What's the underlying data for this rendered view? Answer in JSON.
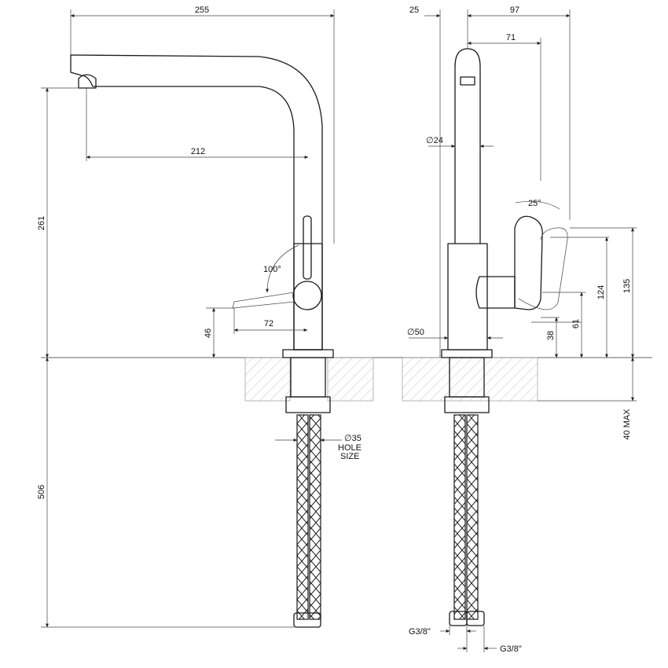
{
  "front_view": {
    "overall_width": "255",
    "spout_reach": "212",
    "spout_height": "261",
    "handle_angle": "100°",
    "handle_length": "72",
    "handle_base_height": "46",
    "hose_length": "506",
    "hole_size_value": "∅35",
    "hole_size_line1": "HOLE",
    "hole_size_line2": "SIZE"
  },
  "side_view": {
    "offset_left": "25",
    "offset_total": "97",
    "offset_handle": "71",
    "spout_diameter": "∅24",
    "handle_tilt": "25°",
    "body_diameter": "∅50",
    "height_38": "38",
    "height_61": "61",
    "height_124": "124",
    "height_135": "135",
    "max_thickness": "40 MAX",
    "connection_left": "G3/8\"",
    "connection_right": "G3/8\""
  }
}
